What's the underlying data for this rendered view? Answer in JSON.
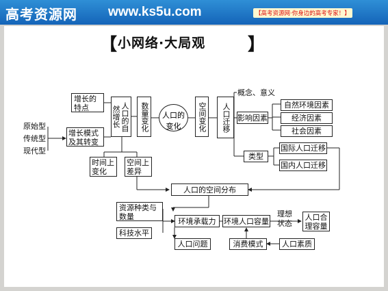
{
  "header": {
    "brand": "高考资源网",
    "site": "www.ks5u.com",
    "slogan": "【高考资源网·你身边的高考专家！】"
  },
  "title": {
    "left": "【",
    "text": "小网络·大局观",
    "right": "】"
  },
  "nodes": {
    "growth_features": "增长的特点",
    "natural_growth": "人口的自然增长",
    "quantity_change": "数量变化",
    "population_change": "人口的变化",
    "spatial_change": "空间变化",
    "migration": "人口迁移",
    "concept": "概念、意义",
    "factors": "影响因素",
    "natural_env": "自然环境因素",
    "economic": "经济因素",
    "social": "社会因素",
    "types": "类型",
    "intl_migration": "国际人口迁移",
    "domestic_migration": "国内人口迁移",
    "primitive": "原始型",
    "traditional": "传统型",
    "modern": "现代型",
    "growth_mode": "增长模式及其转变",
    "time_change": "时间上变化",
    "space_diff": "空间上差异",
    "spatial_distribution": "人口的空间分布",
    "resources": "资源种类与数量",
    "tech": "科技水平",
    "env_capacity": "环境承载力",
    "env_population_capacity": "环境人口容量",
    "ideal_state": "理想状态",
    "reasonable_capacity": "人口合理容量",
    "population_problem": "人口问题",
    "consumption": "消费模式",
    "quality": "人口素质"
  }
}
